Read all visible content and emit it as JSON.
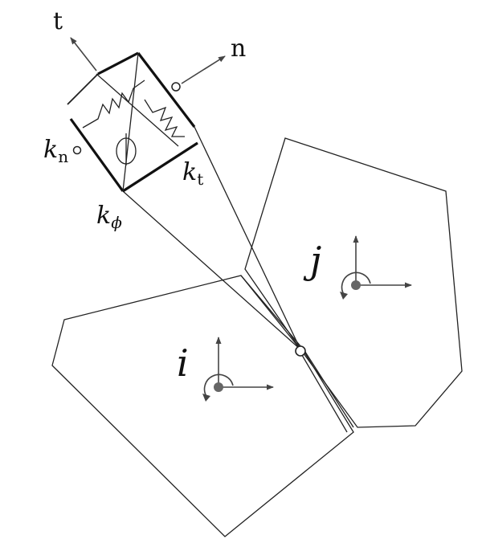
{
  "labels": {
    "tangent": "t",
    "normal": "n",
    "kn_base": "k",
    "kn_sub": "n",
    "kt_base": "k",
    "kt_sub": "t",
    "kphi_base": "k",
    "kphi_sub": "ϕ",
    "block_i": "i",
    "block_j": "j"
  },
  "colors": {
    "stroke": "#222222",
    "axis": "#444444",
    "center_dot": "#666666"
  }
}
